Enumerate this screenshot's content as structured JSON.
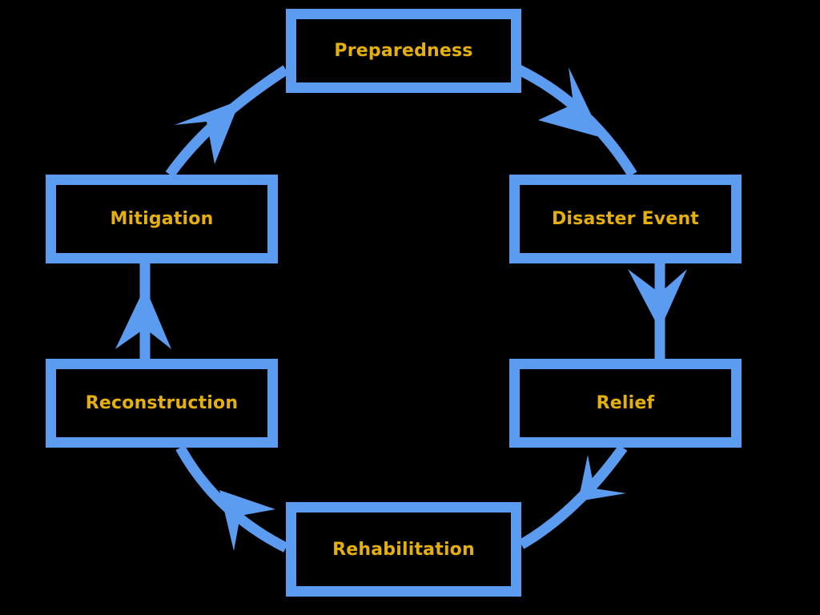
{
  "diagram": {
    "type": "cycle",
    "colors": {
      "background": "#000000",
      "box_fill": "#000000",
      "border": "#5b9cf0",
      "arrow": "#5b9cf0",
      "label": "#e6b00a"
    },
    "stages": [
      {
        "id": "preparedness",
        "label": "Preparedness"
      },
      {
        "id": "disaster-event",
        "label": "Disaster Event"
      },
      {
        "id": "relief",
        "label": "Relief"
      },
      {
        "id": "rehabilitation",
        "label": "Rehabilitation"
      },
      {
        "id": "reconstruction",
        "label": "Reconstruction"
      },
      {
        "id": "mitigation",
        "label": "Mitigation"
      }
    ],
    "edges": [
      {
        "from": "preparedness",
        "to": "disaster-event"
      },
      {
        "from": "disaster-event",
        "to": "relief"
      },
      {
        "from": "relief",
        "to": "rehabilitation"
      },
      {
        "from": "rehabilitation",
        "to": "reconstruction"
      },
      {
        "from": "reconstruction",
        "to": "mitigation"
      },
      {
        "from": "mitigation",
        "to": "preparedness"
      }
    ]
  }
}
